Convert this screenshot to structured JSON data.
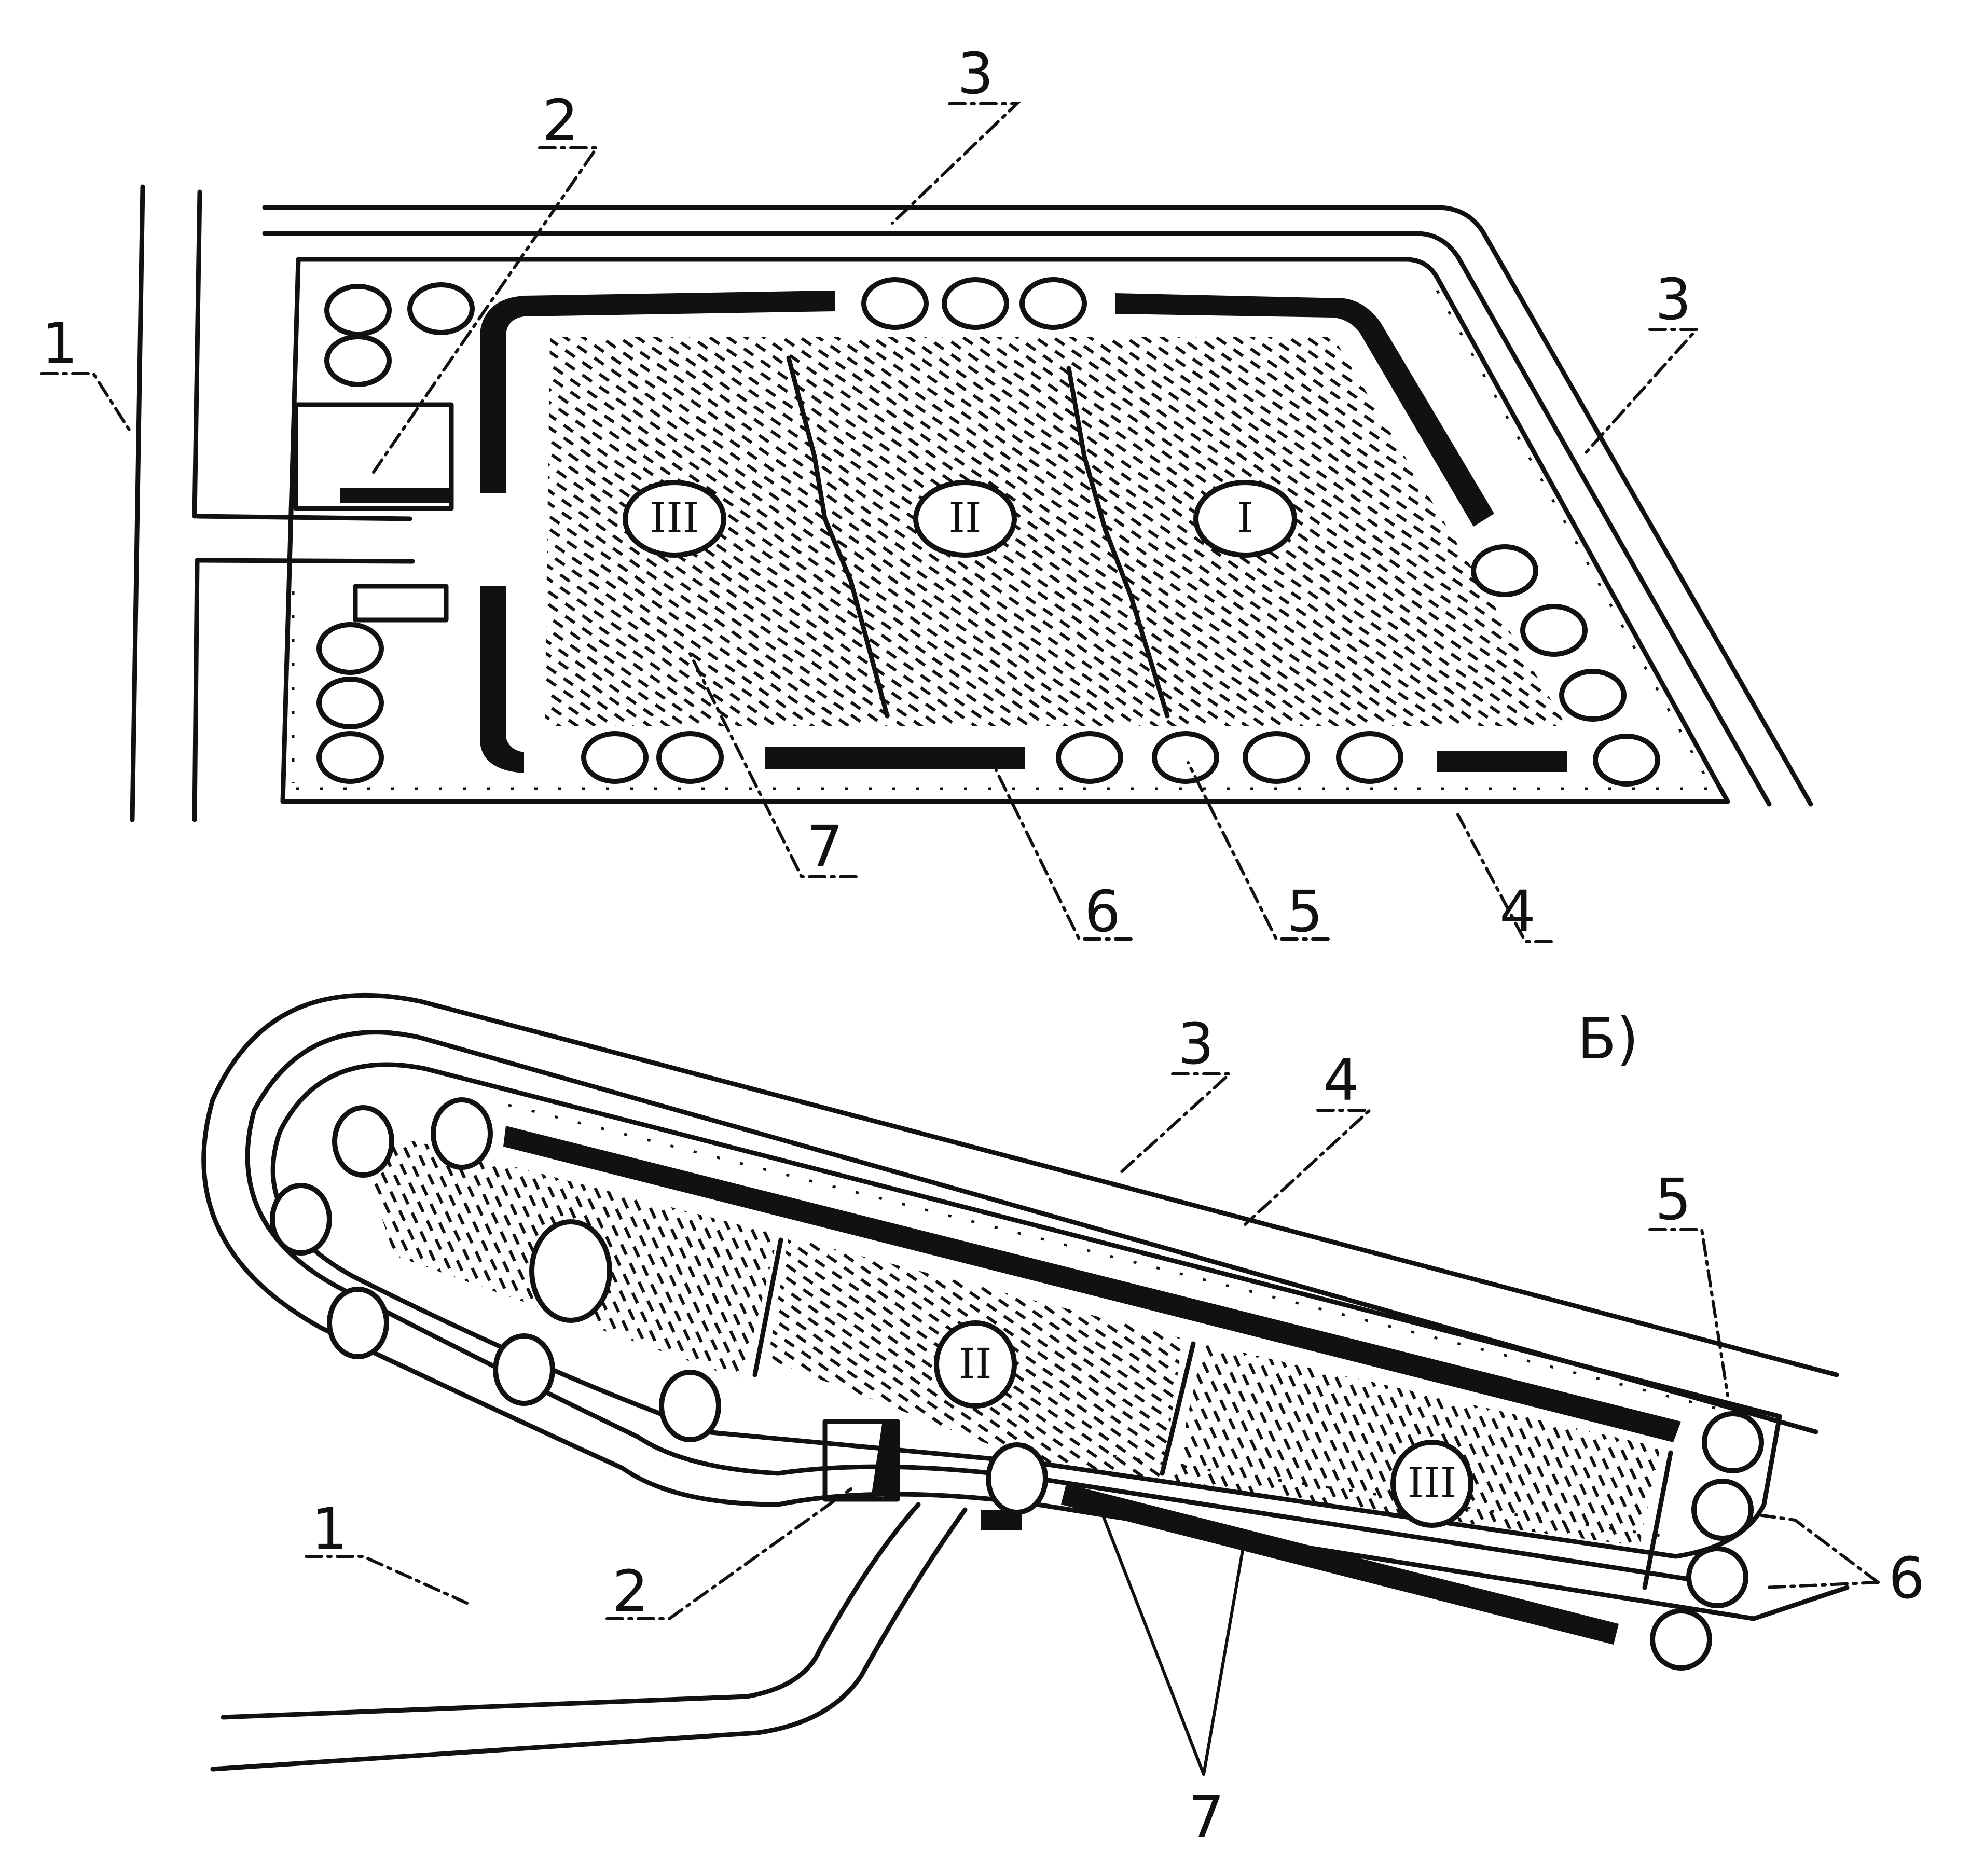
{
  "figure_b_label": "Б)",
  "plan_a": {
    "callouts": [
      "1",
      "2",
      "3",
      "3",
      "4",
      "5",
      "6",
      "7"
    ],
    "zones": [
      "III",
      "II",
      "I"
    ]
  },
  "plan_b": {
    "callouts": [
      "1",
      "2",
      "3",
      "4",
      "5",
      "6",
      "7"
    ],
    "zones": [
      "II",
      "III"
    ]
  }
}
